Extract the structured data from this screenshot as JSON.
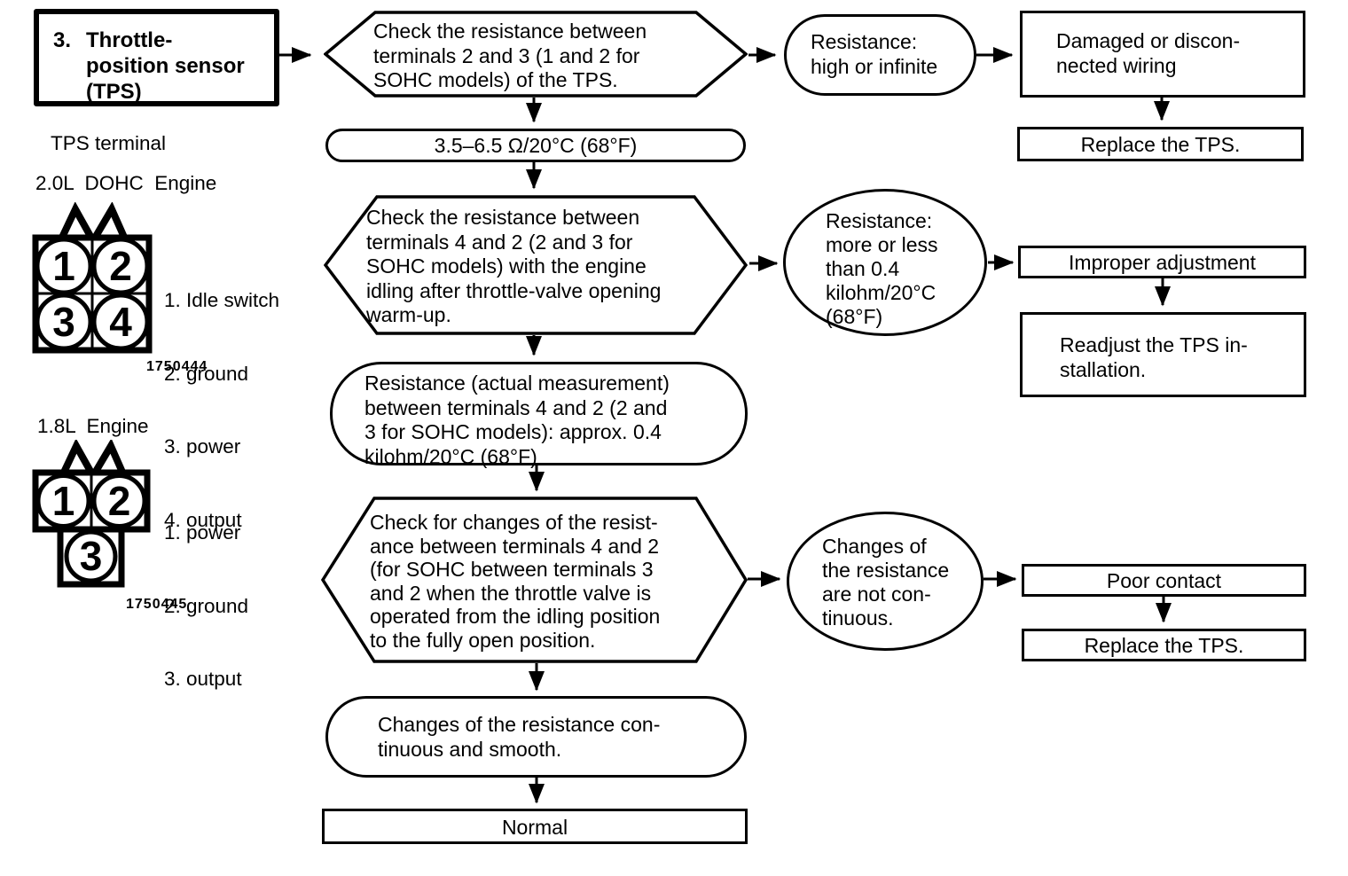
{
  "header": {
    "number": "3.",
    "title": "Throttle-\nposition sensor\n(TPS)"
  },
  "sidebar": {
    "tps_terminal_label": "TPS terminal",
    "dohc": {
      "heading": "2.0L  DOHC  Engine",
      "terminals": [
        "1",
        "2",
        "3",
        "4"
      ],
      "legend": [
        "1. Idle switch",
        "2. ground",
        "3. power",
        "4. output"
      ],
      "figure_number": "1750444"
    },
    "engine18": {
      "heading": "1.8L  Engine",
      "terminals": [
        "1",
        "2",
        "3"
      ],
      "legend": [
        "1. power",
        "2. ground",
        "3. output"
      ],
      "figure_number": "1750445"
    }
  },
  "flow": {
    "step1_check": "Check the resistance between\nterminals 2 and 3 (1 and 2 for\nSOHC models) of the TPS.",
    "step1_fail_condition": "Resistance:\nhigh or infinite",
    "step1_fail_cause": "Damaged or discon-\nnected wiring",
    "step1_fail_action": "Replace the TPS.",
    "step1_spec": "3.5–6.5 Ω/20°C (68°F)",
    "step2_check": "Check the resistance between\nterminals 4 and 2 (2 and 3 for\nSOHC models) with the engine\nidling after throttle-valve opening\nwarm-up.",
    "step2_fail_condition": "Resistance:\nmore or less\nthan 0.4\nkilohm/20°C\n(68°F)",
    "step2_fail_cause": "Improper adjustment",
    "step2_fail_action": "Readjust the TPS in-\nstallation.",
    "step2_result": "Resistance (actual measurement)\nbetween terminals 4 and 2 (2 and\n3 for SOHC models): approx. 0.4\nkilohm/20°C (68°F)",
    "step3_check": "Check for changes of the resist-\nance between terminals 4 and 2\n(for SOHC between terminals 3\nand 2 when the throttle valve is\noperated from the idling position\nto the fully open position.",
    "step3_fail_condition": "Changes of\nthe resistance\nare not con-\ntinuous.",
    "step3_fail_cause": "Poor contact",
    "step3_fail_action": "Replace the TPS.",
    "step3_result": "Changes of the resistance con-\ntinuous and smooth.",
    "final_result": "Normal"
  },
  "colors": {
    "ink": "#000000",
    "paper": "#ffffff"
  }
}
